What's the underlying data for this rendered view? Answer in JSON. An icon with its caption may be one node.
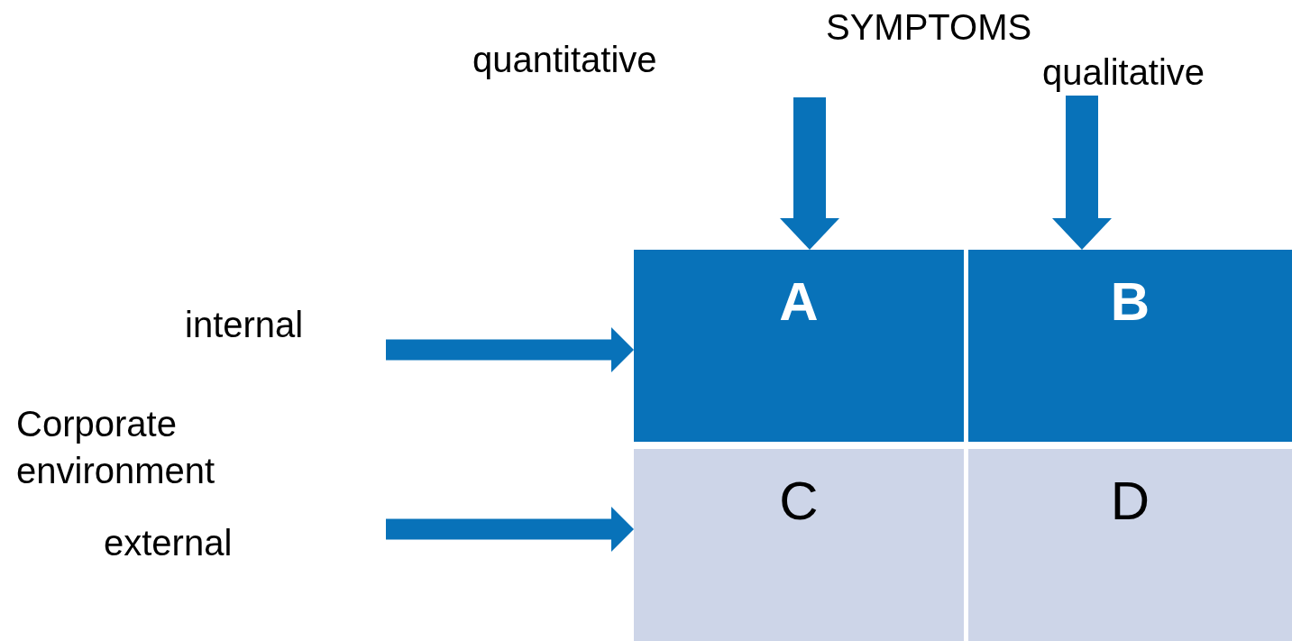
{
  "diagram": {
    "title": "SYMPTOMS",
    "nodes": [
      {
        "text": [
          "qualitative"
        ]
      },
      {
        "text": [
          "A"
        ]
      },
      {
        "text": [
          "B"
        ]
      },
      {
        "text": [
          "C"
        ]
      },
      {
        "text": [
          "D"
        ]
      }
    ],
    "edges": [
      {
        "from": null,
        "to": 1,
        "arrow": "to"
      },
      {
        "from": 0,
        "to": 2,
        "arrow": "to"
      },
      {
        "from": null,
        "to": 1,
        "arrow": "to"
      },
      {
        "from": null,
        "to": 3,
        "arrow": "to"
      }
    ],
    "labels": [
      "quantitative",
      "internal",
      "external",
      "Corporate environment"
    ]
  }
}
